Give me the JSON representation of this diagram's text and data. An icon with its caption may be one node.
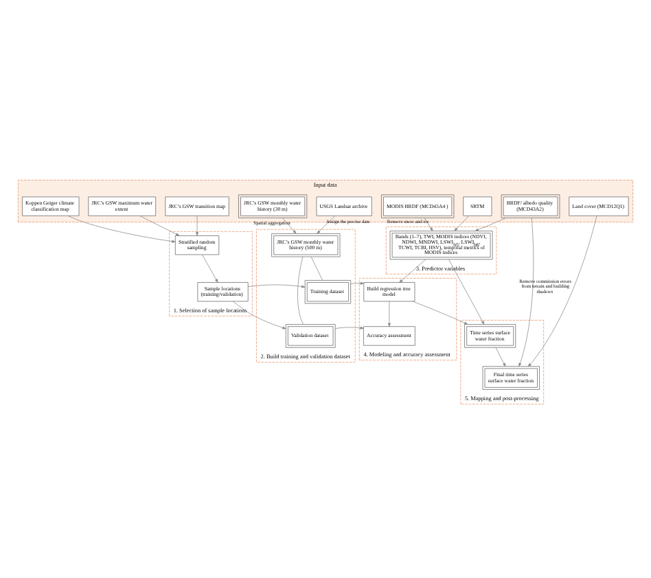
{
  "diagram": {
    "nodes": [
      {
        "text": [
          "Input data"
        ]
      },
      {
        "text": [
          "Koppen Geiger climate classification map"
        ],
        "in": 0
      },
      {
        "text": [
          "JRC’s GSW maximum water extent"
        ],
        "in": 0
      },
      {
        "text": [
          "JRC’s GSW transition map"
        ],
        "in": 0
      },
      {
        "text": [
          "JRC’s GSW monthly water history (30 m)"
        ],
        "in": 0
      },
      {
        "text": [
          "USGS Landsat archive"
        ],
        "in": 0
      },
      {
        "text": [
          "MODIS BRDF (MCD43A4 )"
        ],
        "in": 0
      },
      {
        "text": [
          "BRDF/ albedo quality (MCD43A2)"
        ],
        "in": 0
      },
      {
        "text": [
          "SRTM"
        ],
        "in": 0
      },
      {
        "text": [
          "Land cover (MCD12Q1)"
        ],
        "in": 0
      },
      {
        "text": [
          "1. Selection of sample locations"
        ]
      },
      {
        "text": [
          "Stratified random sampling"
        ],
        "in": 10
      },
      {
        "text": [
          "Sample locations (training/validation)"
        ],
        "in": 10
      },
      {
        "text": [
          "2. Build training and validation dataset"
        ]
      },
      {
        "text": [
          "JRC’s GSW monthly water history (500 m)"
        ],
        "in": 13
      },
      {
        "text": [
          "Training dataset"
        ],
        "in": 13
      },
      {
        "text": [
          "Validation dataset"
        ],
        "in": 13
      },
      {
        "text": [
          "3. Predictor variables"
        ]
      },
      {
        "text": [
          "Bands (1–7), TWI, MODIS indices (NDVI, NDWI, MNDWI, LSWI$_{b5}$, LSWI$_{b6}$, TCWI, TCBI, HSV), temporal metrics of MODIS indices"
        ],
        "in": 17
      },
      {
        "text": [
          "4. Modeling and accuracy assessment"
        ]
      },
      {
        "text": [
          "Build regression tree model"
        ],
        "in": 19
      },
      {
        "text": [
          "Accuracy assessment"
        ],
        "in": 19
      },
      {
        "text": [
          "5. Mapping and post-processing"
        ]
      },
      {
        "text": [
          "Time series surface water fraction"
        ],
        "in": 22
      },
      {
        "text": [
          "Final time series surface water fraction"
        ],
        "in": 22
      }
    ],
    "edges": [
      {
        "from": 1,
        "to": 11,
        "arrow": "to"
      },
      {
        "from": 2,
        "to": 11,
        "arrow": "to"
      },
      {
        "from": 3,
        "to": 11,
        "arrow": "to"
      },
      {
        "from": 4,
        "to": 14,
        "arrow": "to",
        "label": "Spatial aggregation"
      },
      {
        "from": 5,
        "to": 14,
        "arrow": "to",
        "label": "Assign the precise date"
      },
      {
        "from": 11,
        "to": 12,
        "arrow": "to"
      },
      {
        "from": 12,
        "to": 15,
        "arrow": "to"
      },
      {
        "from": 12,
        "to": 16,
        "arrow": "to"
      },
      {
        "from": 14,
        "to": 15,
        "arrow": "none"
      },
      {
        "from": 14,
        "to": 16,
        "arrow": "none"
      },
      {
        "from": 6,
        "to": 18,
        "arrow": "to",
        "label": "Remove snow and ice"
      },
      {
        "from": 7,
        "to": 18,
        "arrow": "to"
      },
      {
        "from": 8,
        "to": 18,
        "arrow": "to"
      },
      {
        "from": 18,
        "to": 20,
        "arrow": "to"
      },
      {
        "from": 15,
        "to": 20,
        "arrow": "to"
      },
      {
        "from": 16,
        "to": 21,
        "arrow": "to"
      },
      {
        "from": 20,
        "to": 21,
        "arrow": "to"
      },
      {
        "from": 20,
        "to": 23,
        "arrow": "to"
      },
      {
        "from": 18,
        "to": 23,
        "arrow": "to"
      },
      {
        "from": 23,
        "to": 24,
        "arrow": "to"
      },
      {
        "from": 7,
        "to": 24,
        "arrow": "to"
      },
      {
        "from": 9,
        "to": 24,
        "arrow": "to",
        "label": "Remove commission errors from terrain and building shadows"
      }
    ]
  }
}
